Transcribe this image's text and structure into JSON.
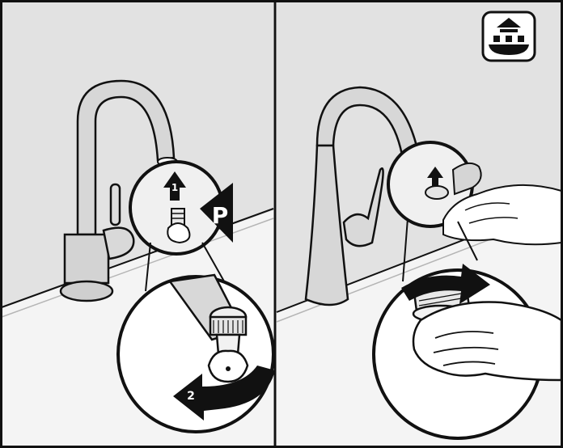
{
  "panels": [
    {
      "id": "left",
      "callout_labels": {
        "step_1": "1",
        "step_2": "2",
        "tool_letter": "P"
      }
    },
    {
      "id": "right"
    }
  ],
  "icons": {
    "corner_icon": "tiered-vessel-with-up-arrow-icon"
  },
  "colors": {
    "background_panel": "#e2e2e2",
    "counter_top": "#f2f2f2",
    "line": "#111111",
    "white": "#ffffff"
  }
}
